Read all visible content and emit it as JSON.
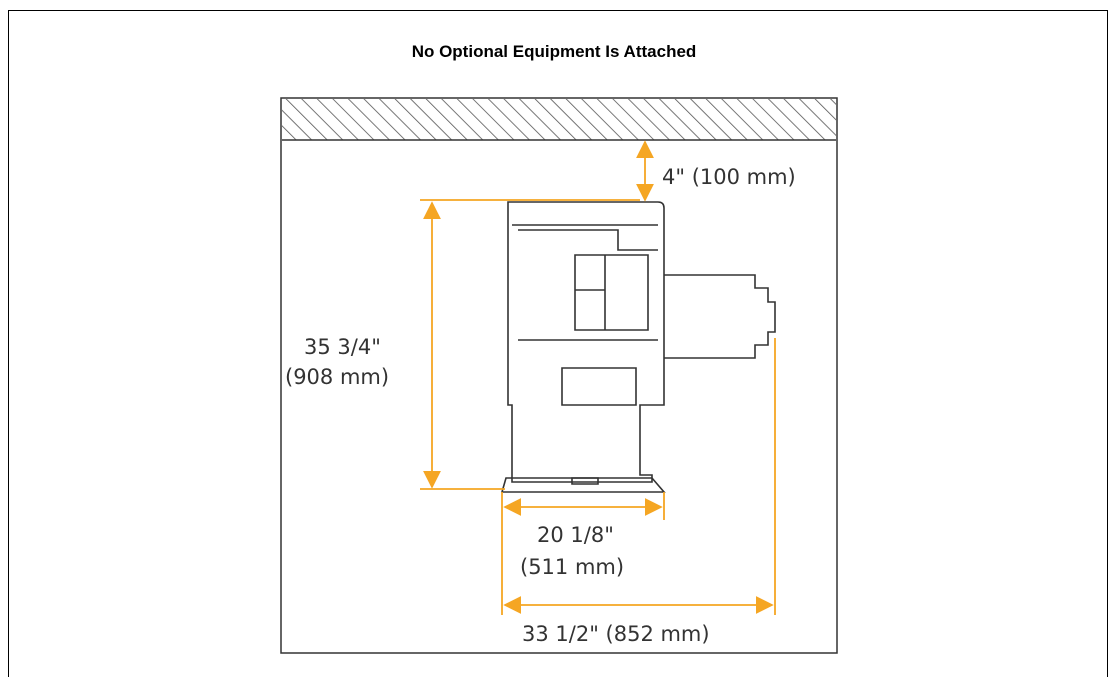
{
  "title": "No Optional Equipment Is Attached",
  "clearance_label": "4\" (100 mm)",
  "depth_label_in": "35 3/4\"",
  "depth_label_mm": "(908 mm)",
  "width_label_in": "20 1/8\"",
  "width_label_mm": "(511 mm)",
  "total_width_label": "33 1/2\" (852 mm)",
  "colors": {
    "dimension": "#f5a623",
    "outline": "#333333",
    "hatch": "#555555"
  }
}
